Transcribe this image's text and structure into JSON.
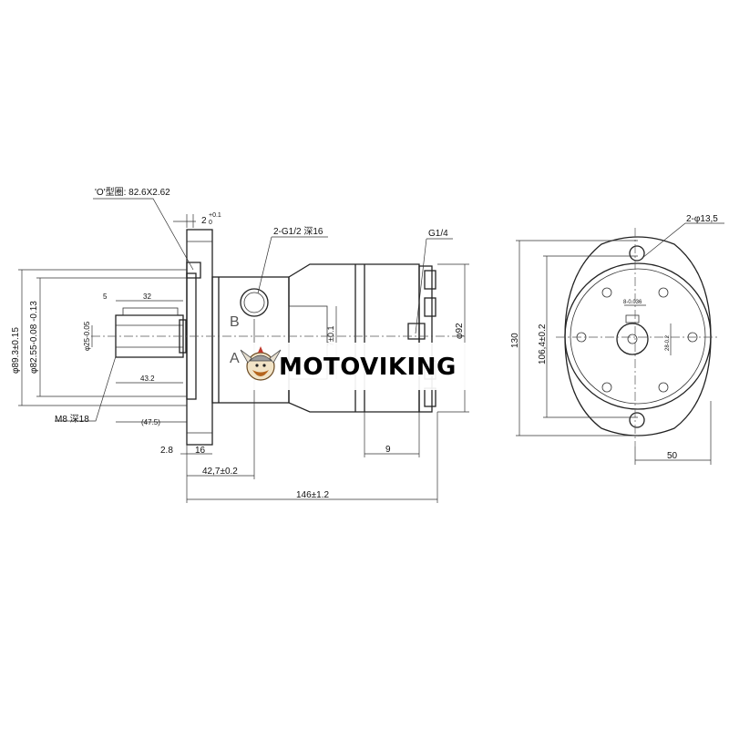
{
  "brand": {
    "name": "MOTOVIKING",
    "logo_icon": "viking-head-icon"
  },
  "side_view": {
    "oring_note": "'O'型圈: 82.6X2.62",
    "flange_lip": "2",
    "flange_lip_tol_top": "+0.1",
    "flange_lip_tol_bottom": "0",
    "port_main": "2-G1/2 深16",
    "port_drain": "G1/4",
    "port_label_b": "B",
    "port_label_a": "A",
    "pilot_dia": "φ89.3±0.15",
    "pilot_dia2": "φ82.55-0.08 -0.13",
    "shaft_dia": "φ25-0.05",
    "shaft_key_len": "32",
    "shaft_key_offset": "5",
    "shaft_len": "43.2",
    "shaft_len2": "(47.5)",
    "thread": "M8 深18",
    "dim_2_8": "2.8",
    "dim_16": "16",
    "dim_42_7": "42,7±0.2",
    "dim_146": "146±1.2",
    "dim_9": "9",
    "dim_92": "φ92",
    "dim_center": "7±0.1"
  },
  "front_view": {
    "mount_holes": "2-φ13,5",
    "height": "130",
    "bolt_circle": "106,4±0.2",
    "half_width": "50",
    "key_width": "8-0.036",
    "key_height": "28-0.2"
  }
}
